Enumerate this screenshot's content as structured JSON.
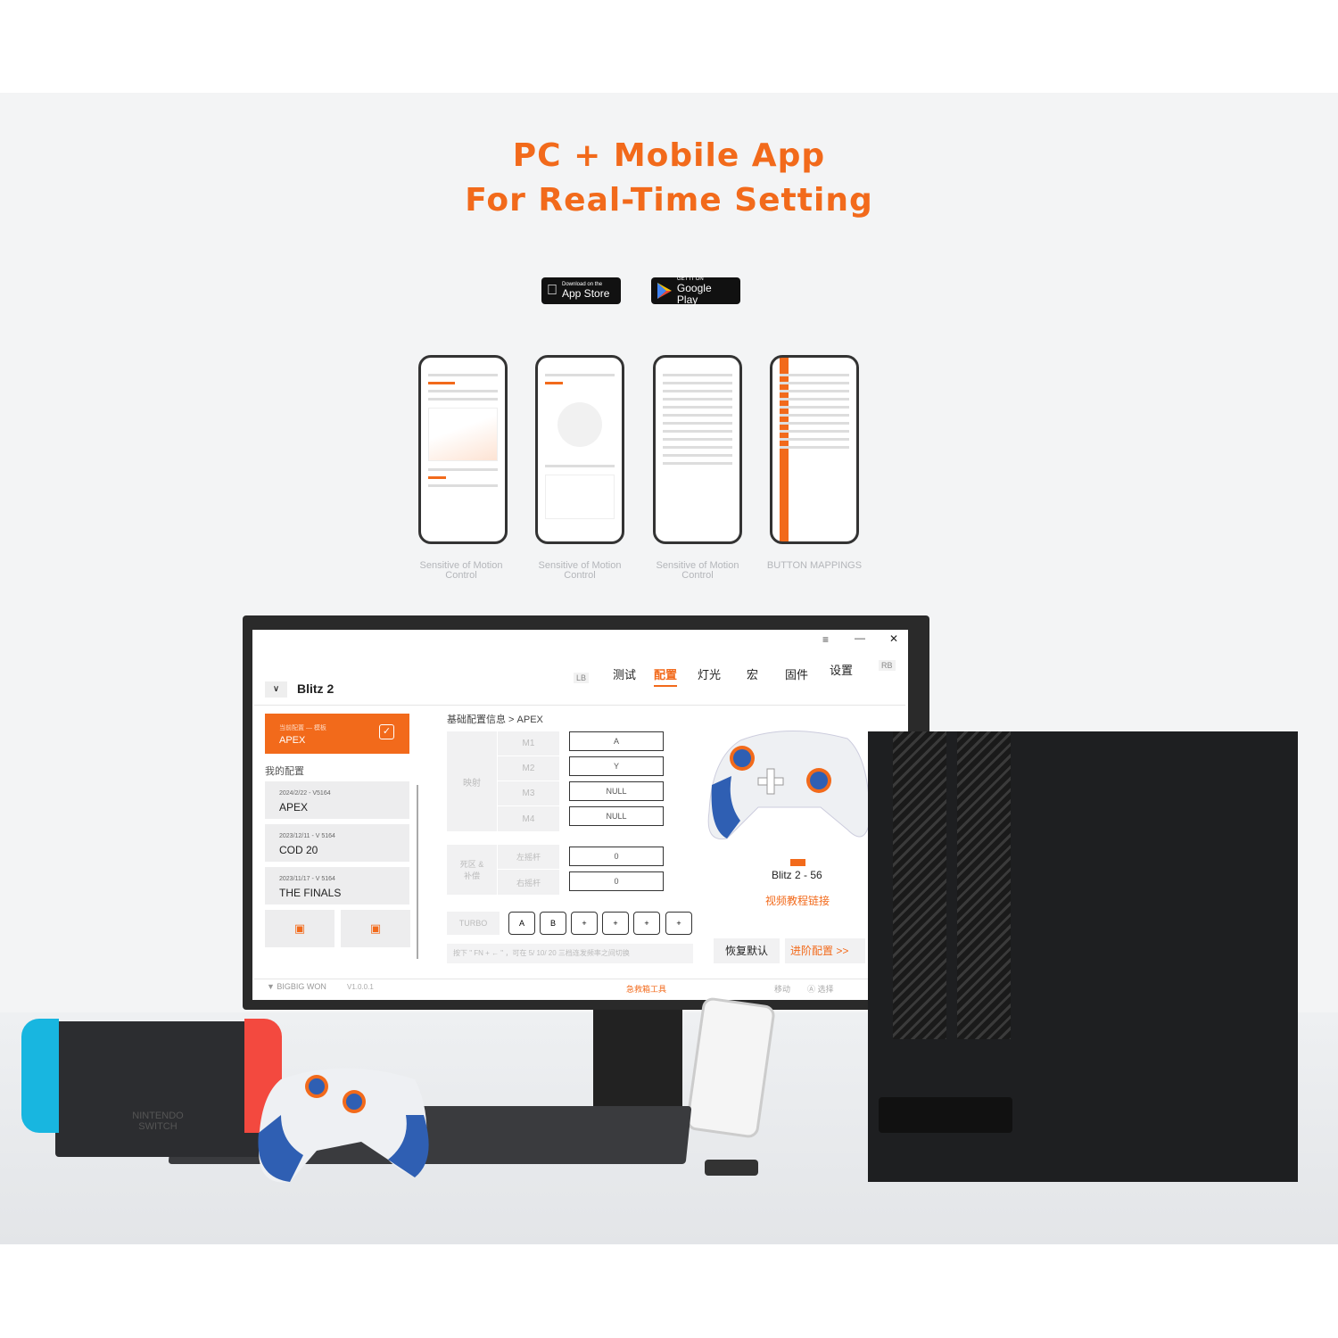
{
  "header": {
    "line1": "PC + Mobile App",
    "line2": "For Real-Time Setting"
  },
  "stores": [
    {
      "small": "Download on the",
      "big": "App Store",
      "icon": "apple-icon"
    },
    {
      "small": "GET IT ON",
      "big": "Google Play",
      "icon": "google-play-icon"
    }
  ],
  "phones": [
    {
      "label": "Sensitive of Motion Control"
    },
    {
      "label": "Sensitive of Motion Control"
    },
    {
      "label": "Sensitive of Motion Control"
    },
    {
      "label": "BUTTON MAPPINGS"
    }
  ],
  "app": {
    "device": "Blitz 2",
    "window_controls": [
      "≡",
      "—",
      "✕"
    ],
    "tabs": [
      "LB",
      "测试",
      "配置",
      "灯光",
      "宏",
      "固件",
      "设置",
      "RB"
    ],
    "active_tab": "配置",
    "current": {
      "caption": "当前配置 — 模板",
      "name": "APEX"
    },
    "my_configs_label": "我的配置",
    "configs": [
      {
        "date": "2024/2/22 - V5164",
        "name": "APEX"
      },
      {
        "date": "2023/12/11 - V 5164",
        "name": "COD 20"
      },
      {
        "date": "2023/11/17 - V 5164",
        "name": "THE FINALS"
      }
    ],
    "breadcrumb": "基础配置信息 > APEX",
    "mapping_label": "映射",
    "mappings": [
      {
        "key": "M1",
        "value": "A"
      },
      {
        "key": "M2",
        "value": "Y"
      },
      {
        "key": "M3",
        "value": "NULL"
      },
      {
        "key": "M4",
        "value": "NULL"
      }
    ],
    "deadzone_label": "死区 & 补偿",
    "deadzones": [
      {
        "key": "左摇杆",
        "value": "0"
      },
      {
        "key": "右摇杆",
        "value": "0"
      }
    ],
    "turbo_label": "TURBO",
    "turbo": [
      "A",
      "B",
      "+",
      "+",
      "+",
      "+"
    ],
    "hint": "按下 \" FN + ← \" ，可在 5/ 10/ 20 三档连发频率之间切换",
    "controller_name": "Blitz 2 - 56",
    "video_link": "视频教程链接",
    "reset": "恢复默认",
    "advanced": "进阶配置 >>",
    "brand": "BIGBIG WON",
    "version": "V1.0.0.1",
    "footer": [
      "急救箱工具",
      "移动",
      "选择"
    ]
  },
  "switch_text": "NINTENDO SWITCH",
  "colors": {
    "accent": "#f26a1b",
    "controller_blue": "#2f5fb3"
  }
}
